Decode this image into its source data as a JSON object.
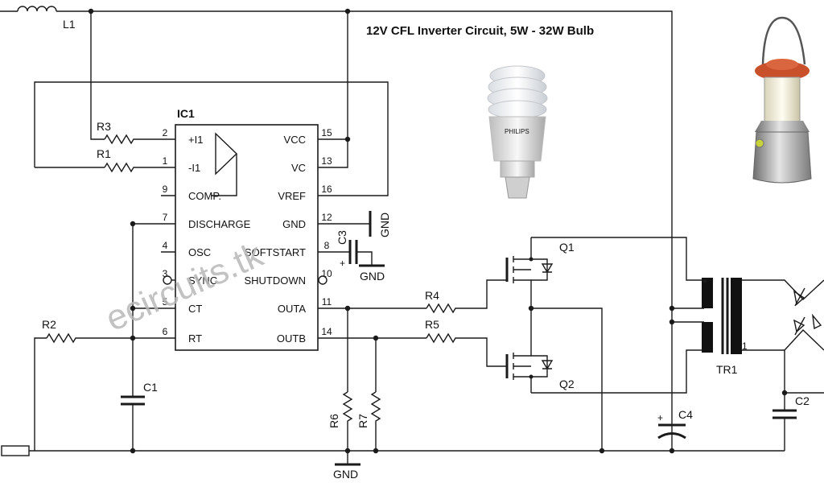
{
  "title": "12V CFL Inverter Circuit, 5W - 32W Bulb",
  "watermark": "ecircuits.tk",
  "ic": {
    "name": "IC1",
    "left_pins": [
      {
        "num": "2",
        "label": "+I1"
      },
      {
        "num": "1",
        "label": "-I1"
      },
      {
        "num": "9",
        "label": "COMP."
      },
      {
        "num": "7",
        "label": "DISCHARGE"
      },
      {
        "num": "4",
        "label": "OSC"
      },
      {
        "num": "3",
        "label": "SYNC"
      },
      {
        "num": "5",
        "label": "CT"
      },
      {
        "num": "6",
        "label": "RT"
      }
    ],
    "right_pins": [
      {
        "num": "15",
        "label": "VCC"
      },
      {
        "num": "13",
        "label": "VC"
      },
      {
        "num": "16",
        "label": "VREF"
      },
      {
        "num": "12",
        "label": "GND"
      },
      {
        "num": "8",
        "label": "SOFTSTART"
      },
      {
        "num": "10",
        "label": "SHUTDOWN"
      },
      {
        "num": "11",
        "label": "OUTA"
      },
      {
        "num": "14",
        "label": "OUTB"
      }
    ]
  },
  "components": {
    "L1": "L1",
    "R1": "R1",
    "R2": "R2",
    "R3": "R3",
    "R4": "R4",
    "R5": "R5",
    "R6": "R6",
    "R7": "R7",
    "C1": "C1",
    "C2": "C2",
    "C3": "C3",
    "C4": "C4",
    "Q1": "Q1",
    "Q2": "Q2",
    "TR1": "TR1",
    "tr_pin": "1"
  },
  "gnd": {
    "label": "GND"
  },
  "bulb_brand": "PHILIPS",
  "colors": {
    "wire": "#1a1a1a",
    "lantern_cap": "#c8502a",
    "watermark": "#b8b8b8"
  }
}
